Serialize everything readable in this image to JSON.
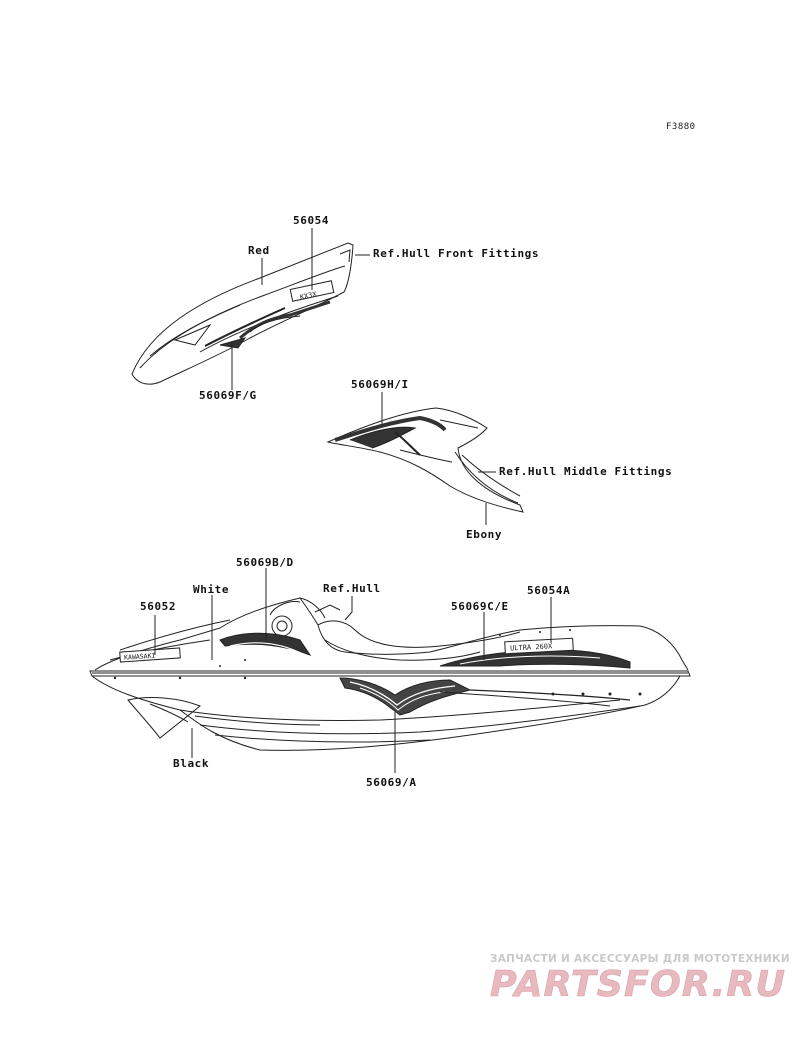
{
  "figure_code": "F3880",
  "labels": {
    "p56054": "56054",
    "red": "Red",
    "ref_hull_front": "Ref.Hull Front Fittings",
    "p56069fg": "56069F/G",
    "p56069hi": "56069H/I",
    "ref_hull_middle": "Ref.Hull Middle Fittings",
    "ebony": "Ebony",
    "p56069bd": "56069B/D",
    "white": "White",
    "ref_hull": "Ref.Hull",
    "p56052": "56052",
    "p56069ce": "56069C/E",
    "p56054a": "56054A",
    "black": "Black",
    "p56069a": "56069/A"
  },
  "watermark": {
    "tagline": "ЗАПЧАСТИ И АКСЕССУАРЫ ДЛЯ МОТОТЕХНИКИ",
    "logo": "PARTSFOR.RU"
  },
  "colors": {
    "line": "#222222",
    "watermark_text": "#c9c9c9",
    "watermark_logo": "#e8b9bf"
  }
}
